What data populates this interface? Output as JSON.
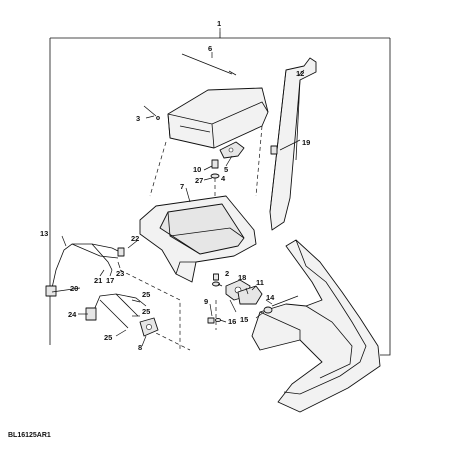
{
  "figure_code": "BL16125AR1",
  "callouts": {
    "c1": "1",
    "c2": "2",
    "c3": "3",
    "c4": "4",
    "c5": "5",
    "c6": "6",
    "c7": "7",
    "c8": "8",
    "c9": "9",
    "c10": "10",
    "c11": "11",
    "c12": "12",
    "c13": "13",
    "c14": "14",
    "c15": "15",
    "c16": "16",
    "c17": "17",
    "c18": "18",
    "c19": "19",
    "c20": "20",
    "c21": "21",
    "c22": "22",
    "c23": "23",
    "c24": "24",
    "c25a": "25",
    "c25b": "25",
    "c25c": "25",
    "c27": "27"
  }
}
